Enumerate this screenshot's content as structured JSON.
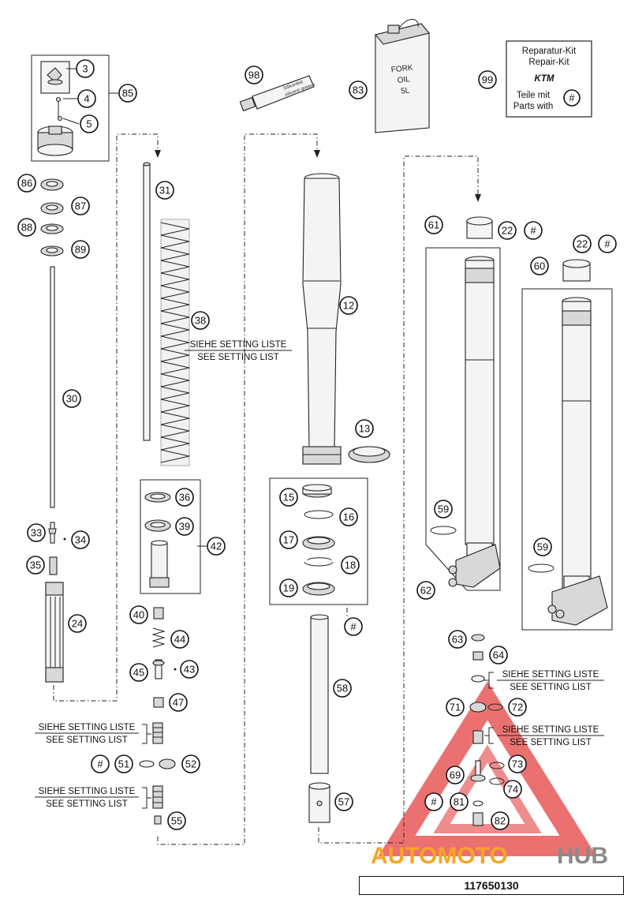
{
  "callouts": {
    "c3": "3",
    "c4": "4",
    "c5": "5",
    "c85": "85",
    "c86": "86",
    "c87": "87",
    "c88": "88",
    "c89": "89",
    "c30": "30",
    "c33": "33",
    "c34": "34",
    "c35": "35",
    "c24": "24",
    "c31": "31",
    "c38": "38",
    "c36": "36",
    "c39": "39",
    "c42": "42",
    "c40": "40",
    "c44": "44",
    "c45": "45",
    "c43": "43",
    "c47": "47",
    "c51": "51",
    "c52": "52",
    "c55": "55",
    "h1": "#",
    "c98": "98",
    "c83": "83",
    "c99": "99",
    "c12": "12",
    "c13": "13",
    "c15": "15",
    "c16": "16",
    "c17": "17",
    "c18": "18",
    "c19": "19",
    "h2": "#",
    "c58": "58",
    "c57": "57",
    "c61": "61",
    "c22a": "22",
    "h3": "#",
    "c22b": "22",
    "h4": "#",
    "c60": "60",
    "c59a": "59",
    "c59b": "59",
    "c62": "62",
    "c63": "63",
    "c64": "64",
    "c71": "71",
    "c72": "72",
    "c69": "69",
    "c73": "73",
    "c74": "74",
    "h5": "#",
    "c81": "81",
    "c82": "82"
  },
  "notes": {
    "setting_de": "SIEHE SETTING LISTE",
    "setting_en": "SEE SETTING LIST"
  },
  "oil_can": {
    "line1": "FORK",
    "line2": "OIL",
    "line3": "5L"
  },
  "grease_tube": {
    "line1": "Silikonfett",
    "line2": "silicone grease"
  },
  "repair_kit": {
    "line1": "Reparatur-Kit",
    "line2": "Repair-Kit",
    "brand": "KTM",
    "line3": "Teile mit",
    "line4": "Parts with",
    "symbol": "#"
  },
  "watermark": {
    "part1": "AUTOMOTO",
    "part2": "HUB",
    "color1": "#f5a623",
    "color2": "#8a8a8a",
    "triangle_color": "#e02020"
  },
  "reference_number": "117650130"
}
